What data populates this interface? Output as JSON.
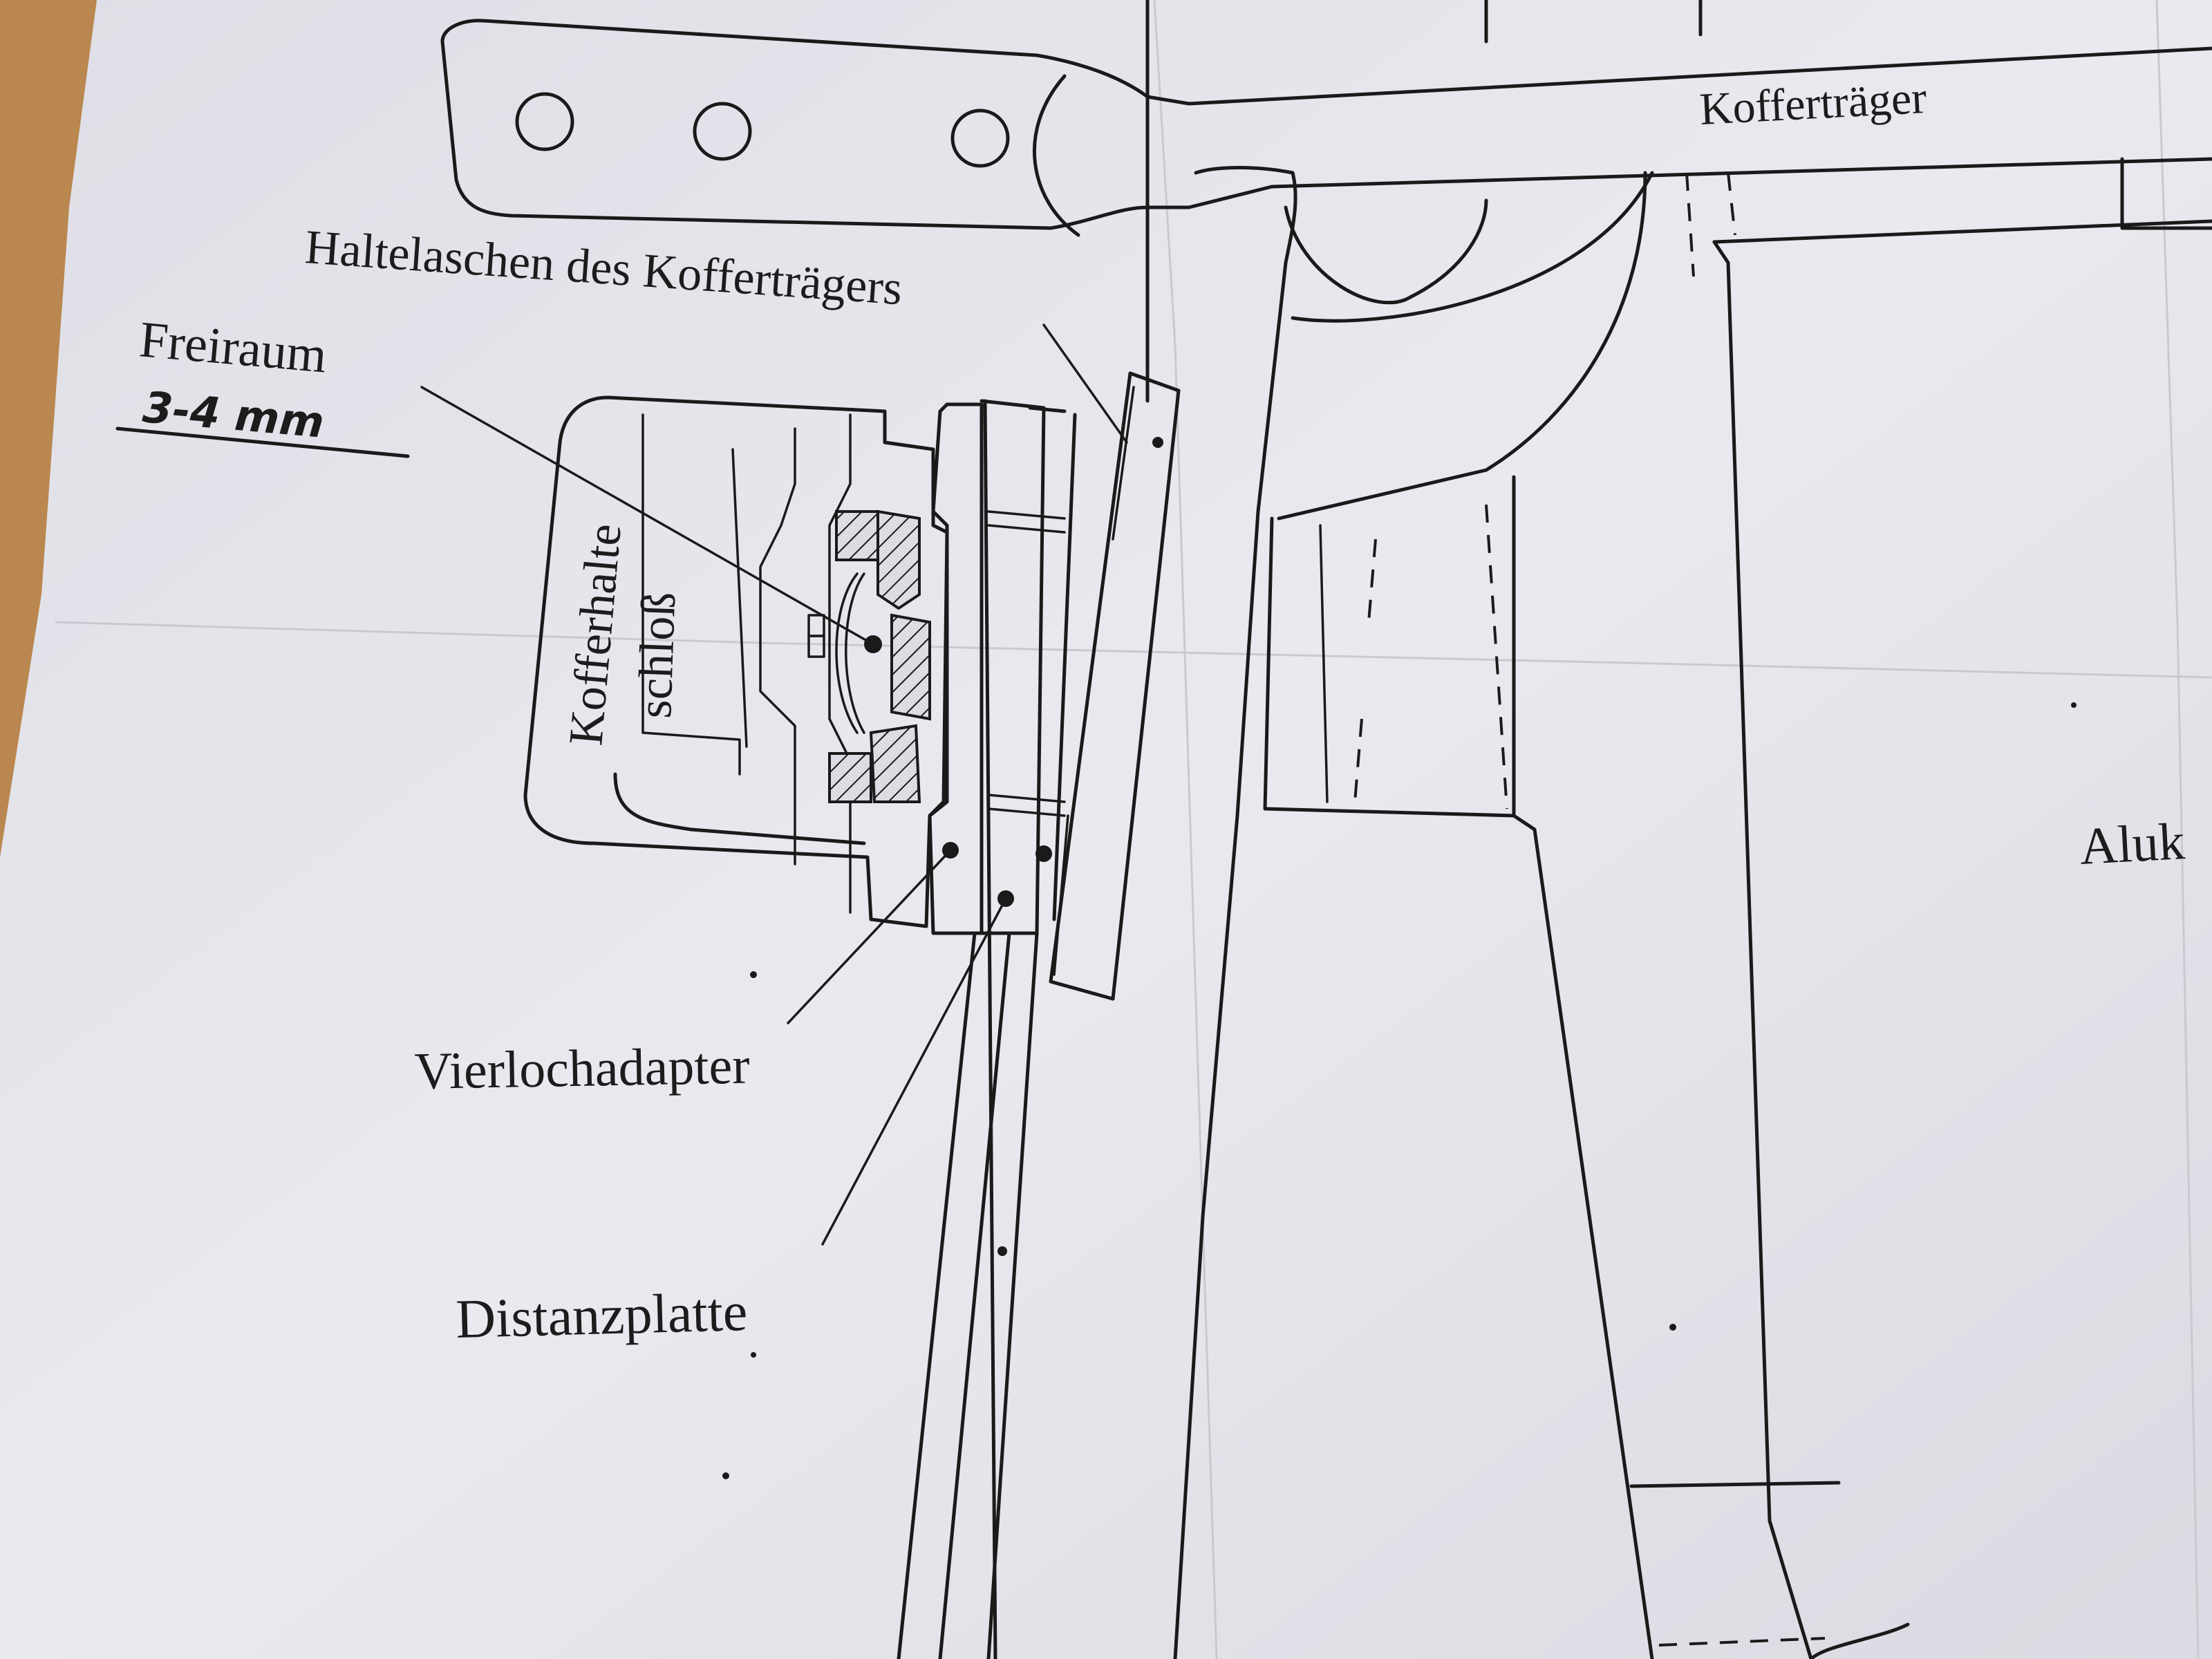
{
  "document": {
    "labels": {
      "koffertraeger": "Kofferträger",
      "haltelaschen": "Haltelaschen des Kofferträgers",
      "freiraum": "Freiraum",
      "freiraum_mass": "3-4 mm",
      "kofferhalteschloss_1": "Kofferhalte",
      "kofferhalteschloss_2": "schloß",
      "vierlochadapter": "Vierlochadapter",
      "distanzplatte": "Distanzplatte",
      "alukoffer_partial": "Aluk"
    },
    "colors": {
      "paper": "#e6e6ec",
      "ink": "#1a1a1a",
      "table": "#b9874f"
    }
  }
}
